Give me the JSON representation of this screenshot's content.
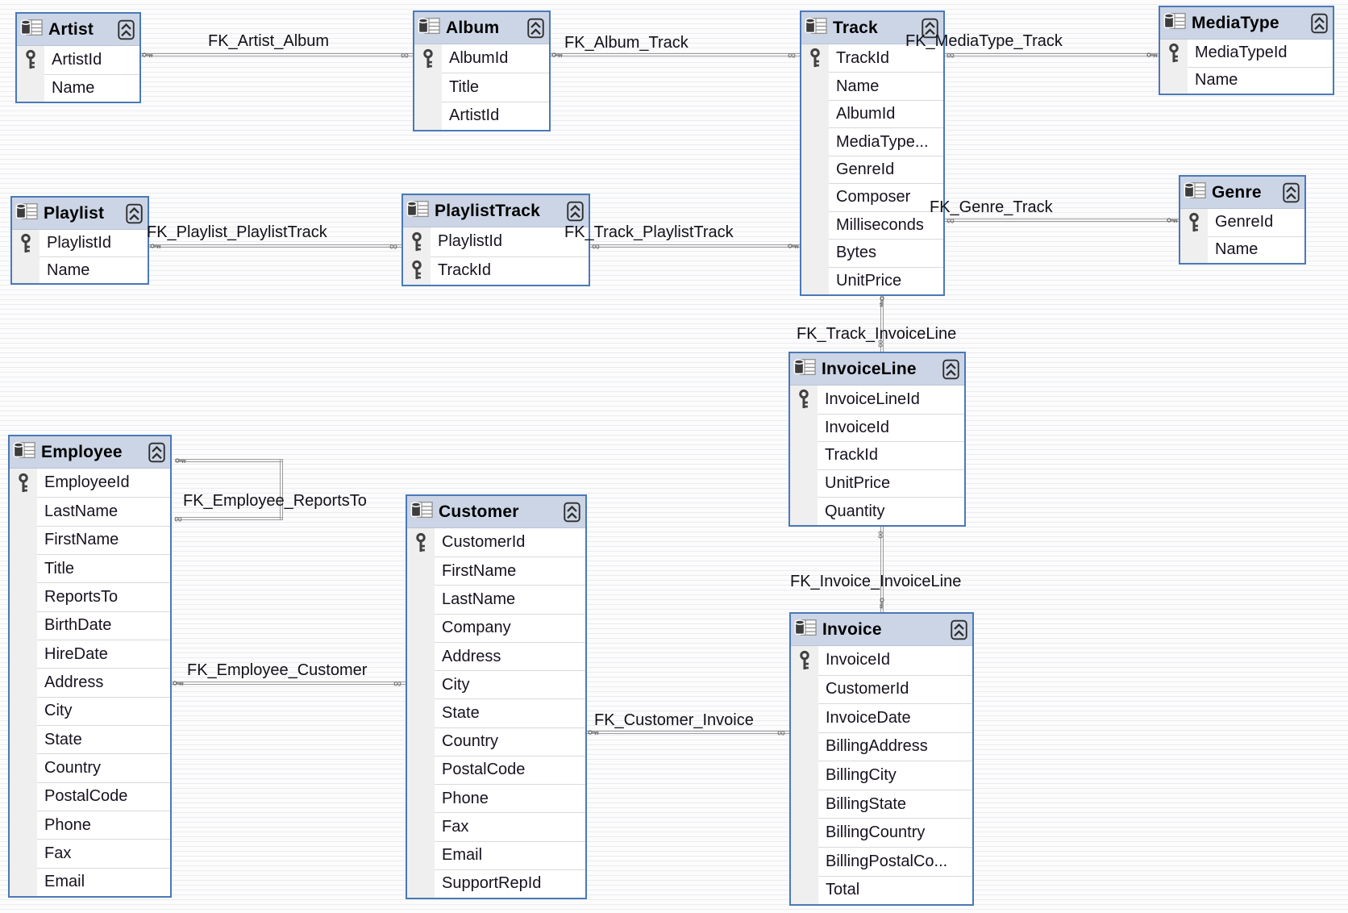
{
  "diagram": {
    "type": "database-diagram"
  },
  "colors": {
    "table_border": "#4a79b8",
    "header_bg": "#ccd5e5",
    "row_text": "#18121f",
    "line_gray": "#9b9b9b",
    "gutter_bg": "#efefef"
  },
  "markers": {
    "many_symbol": "∞"
  },
  "tables": {
    "artist": {
      "title": "Artist",
      "columns": [
        {
          "name": "ArtistId",
          "key": true
        },
        {
          "name": "Name",
          "key": false
        }
      ]
    },
    "album": {
      "title": "Album",
      "columns": [
        {
          "name": "AlbumId",
          "key": true
        },
        {
          "name": "Title",
          "key": false
        },
        {
          "name": "ArtistId",
          "key": false
        }
      ]
    },
    "track": {
      "title": "Track",
      "columns": [
        {
          "name": "TrackId",
          "key": true
        },
        {
          "name": "Name",
          "key": false
        },
        {
          "name": "AlbumId",
          "key": false
        },
        {
          "name": "MediaType...",
          "key": false
        },
        {
          "name": "GenreId",
          "key": false
        },
        {
          "name": "Composer",
          "key": false
        },
        {
          "name": "Milliseconds",
          "key": false
        },
        {
          "name": "Bytes",
          "key": false
        },
        {
          "name": "UnitPrice",
          "key": false
        }
      ]
    },
    "mediatype": {
      "title": "MediaType",
      "columns": [
        {
          "name": "MediaTypeId",
          "key": true
        },
        {
          "name": "Name",
          "key": false
        }
      ]
    },
    "genre": {
      "title": "Genre",
      "columns": [
        {
          "name": "GenreId",
          "key": true
        },
        {
          "name": "Name",
          "key": false
        }
      ]
    },
    "playlist": {
      "title": "Playlist",
      "columns": [
        {
          "name": "PlaylistId",
          "key": true
        },
        {
          "name": "Name",
          "key": false
        }
      ]
    },
    "playlisttrack": {
      "title": "PlaylistTrack",
      "columns": [
        {
          "name": "PlaylistId",
          "key": true
        },
        {
          "name": "TrackId",
          "key": true
        }
      ]
    },
    "employee": {
      "title": "Employee",
      "columns": [
        {
          "name": "EmployeeId",
          "key": true
        },
        {
          "name": "LastName",
          "key": false
        },
        {
          "name": "FirstName",
          "key": false
        },
        {
          "name": "Title",
          "key": false
        },
        {
          "name": "ReportsTo",
          "key": false
        },
        {
          "name": "BirthDate",
          "key": false
        },
        {
          "name": "HireDate",
          "key": false
        },
        {
          "name": "Address",
          "key": false
        },
        {
          "name": "City",
          "key": false
        },
        {
          "name": "State",
          "key": false
        },
        {
          "name": "Country",
          "key": false
        },
        {
          "name": "PostalCode",
          "key": false
        },
        {
          "name": "Phone",
          "key": false
        },
        {
          "name": "Fax",
          "key": false
        },
        {
          "name": "Email",
          "key": false
        }
      ]
    },
    "customer": {
      "title": "Customer",
      "columns": [
        {
          "name": "CustomerId",
          "key": true
        },
        {
          "name": "FirstName",
          "key": false
        },
        {
          "name": "LastName",
          "key": false
        },
        {
          "name": "Company",
          "key": false
        },
        {
          "name": "Address",
          "key": false
        },
        {
          "name": "City",
          "key": false
        },
        {
          "name": "State",
          "key": false
        },
        {
          "name": "Country",
          "key": false
        },
        {
          "name": "PostalCode",
          "key": false
        },
        {
          "name": "Phone",
          "key": false
        },
        {
          "name": "Fax",
          "key": false
        },
        {
          "name": "Email",
          "key": false
        },
        {
          "name": "SupportRepId",
          "key": false
        }
      ]
    },
    "invoiceline": {
      "title": "InvoiceLine",
      "columns": [
        {
          "name": "InvoiceLineId",
          "key": true
        },
        {
          "name": "InvoiceId",
          "key": false
        },
        {
          "name": "TrackId",
          "key": false
        },
        {
          "name": "UnitPrice",
          "key": false
        },
        {
          "name": "Quantity",
          "key": false
        }
      ]
    },
    "invoice": {
      "title": "Invoice",
      "columns": [
        {
          "name": "InvoiceId",
          "key": true
        },
        {
          "name": "CustomerId",
          "key": false
        },
        {
          "name": "InvoiceDate",
          "key": false
        },
        {
          "name": "BillingAddress",
          "key": false
        },
        {
          "name": "BillingCity",
          "key": false
        },
        {
          "name": "BillingState",
          "key": false
        },
        {
          "name": "BillingCountry",
          "key": false
        },
        {
          "name": "BillingPostalCo...",
          "key": false
        },
        {
          "name": "Total",
          "key": false
        }
      ]
    }
  },
  "relationships": {
    "artist_album": {
      "label": "FK_Artist_Album"
    },
    "album_track": {
      "label": "FK_Album_Track"
    },
    "mediatype_track": {
      "label": "FK_MediaType_Track"
    },
    "genre_track": {
      "label": "FK_Genre_Track"
    },
    "playlist_playlisttrack": {
      "label": "FK_Playlist_PlaylistTrack"
    },
    "track_playlisttrack": {
      "label": "FK_Track_PlaylistTrack"
    },
    "track_invoiceline": {
      "label": "FK_Track_InvoiceLine"
    },
    "invoice_invoiceline": {
      "label": "FK_Invoice_InvoiceLine"
    },
    "customer_invoice": {
      "label": "FK_Customer_Invoice"
    },
    "employee_customer": {
      "label": "FK_Employee_Customer"
    },
    "employee_reportsto": {
      "label": "FK_Employee_ReportsTo"
    }
  }
}
